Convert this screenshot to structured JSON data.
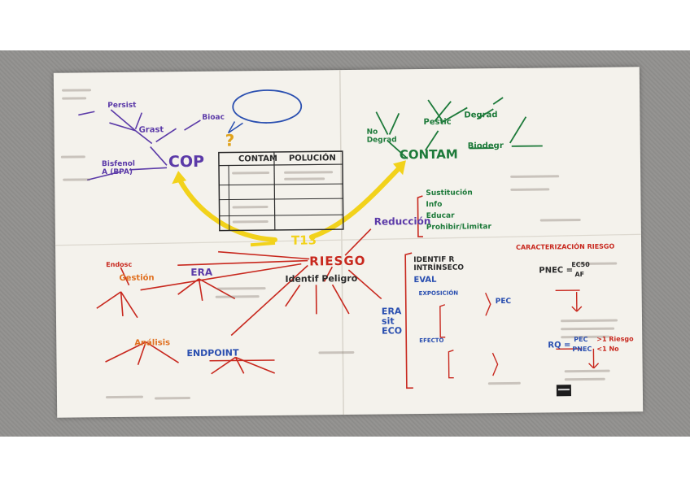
{
  "labels": {
    "cop": "COP",
    "riesgo": "RIESGO",
    "contam_top": "CONTAM",
    "t13": "T13",
    "reduccion": "Reducción",
    "era_left": "ERA",
    "era_sit": "ERA sit ECO",
    "identif_peligro": "Identif Peligro",
    "endpoint": "ENDPOINT",
    "gestion": "Gestión",
    "analisis": "Análisis",
    "endosc": "Endosc",
    "table_h1": "CONTAM",
    "table_h2": "POLUCIÓN",
    "persist": "Persist",
    "bioac": "Bioac",
    "grast": "Grast",
    "bisfenol": "Bisfenol A (BPA)",
    "pestic": "Pestic",
    "degrad": "Degrad",
    "no_degrad": "No Degrad",
    "biodegr": "Biodegr",
    "sustitucion": "Sustitución",
    "info": "Info",
    "educar": "Educar",
    "prohibir": "Prohibir/Limitar",
    "identif_r": "IDENTIF R INTRÍNSECO",
    "eval": "EVAL",
    "exposicion": "EXPOSICIÓN",
    "pec": "PEC",
    "efecto": "EFECTO",
    "caracterizacion": "CARACTERIZACIÓN RIESGO",
    "pnec": "PNEC =",
    "ec50": "EC50",
    "af": "AF",
    "rq": "RQ =",
    "rq_num": "PEC",
    "rq_den": "PNEC",
    "rq_hi": ">1 Riesgo",
    "rq_lo": "<1 No"
  },
  "colors": {
    "purple": "#5b3aa8",
    "red": "#c8281e",
    "green": "#1d7a3a",
    "yellow": "#f2d21b",
    "blue": "#2a4fb0",
    "dark": "#2b2b2b"
  }
}
